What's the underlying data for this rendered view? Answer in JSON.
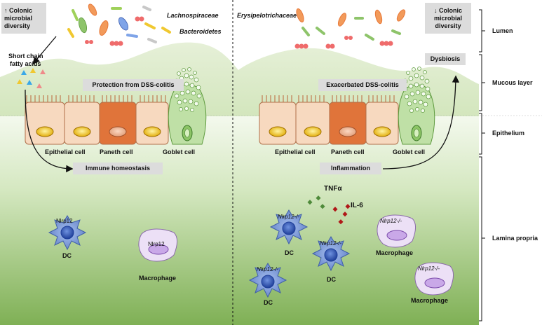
{
  "left": {
    "diversity_box": [
      "↑ Colonic",
      "microbial",
      "diversity"
    ],
    "taxa": [
      "Lachnospiraceae",
      "Bacteroidetes"
    ],
    "scfa_label": [
      "Short chain",
      "fatty acids"
    ],
    "protection_box": "Protection from DSS-colitis",
    "cells": [
      "Epithelial cell",
      "Paneth cell",
      "Goblet cell"
    ],
    "homeostasis_box": "Immune homeostasis",
    "dc_marker": "Nlrp12",
    "dc_label": "DC",
    "macrophage_marker": "Nlrp12",
    "macrophage_label": "Macrophage"
  },
  "right": {
    "taxon": "Erysipelotrichaceae",
    "diversity_box": [
      "↓ Colonic",
      "microbial",
      "diversity"
    ],
    "dysbiosis_box": "Dysbiosis",
    "exacerbated_box": "Exacerbated DSS-colitis",
    "cells": [
      "Epithelial cell",
      "Paneth cell",
      "Goblet cell"
    ],
    "inflammation_box": "Inflammation",
    "cytokines": [
      "TNFα",
      "IL-6"
    ],
    "ko_marker": "Nlrp12-/-",
    "dc_label": "DC",
    "macrophage_label": "Macrophage"
  },
  "layers": [
    "Lumen",
    "Mucous layer",
    "Epithelium",
    "Lamina propria"
  ],
  "colors": {
    "mucus": "#dcebc8",
    "lamina_top": "#eef6e6",
    "lamina_bottom": "#7fb055",
    "epithelial_cell": "#f7d9bf",
    "paneth_cell": "#e0743a",
    "goblet_cell": "#a8d38a",
    "nucleus": "#f2c200",
    "dendritic_cell": "#7a98d8",
    "macrophage": "#d8c4ec",
    "tnf": "#4e8a3a",
    "il6": "#b01818",
    "label_box": "#dcdcdc"
  }
}
